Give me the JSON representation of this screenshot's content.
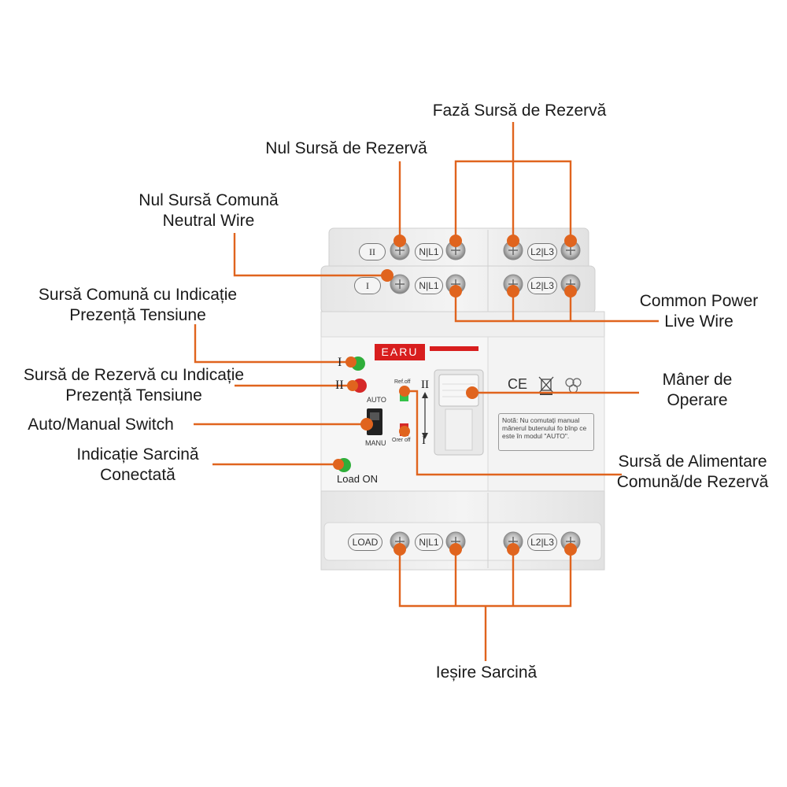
{
  "device": {
    "brand": "EARU",
    "position_I": "I",
    "position_II": "II",
    "auto_label": "AUTO",
    "manu_label": "MANU",
    "load_on_label": "Load ON",
    "led_top_text": "Ref.off",
    "led_bottom_text": "Orer off",
    "handle_top_mark": "II",
    "handle_bottom_mark": "I",
    "note_text": "Notă: Nu comutați manual mânerul butenului fo bînp ce este în modul \"AUTO\".",
    "ce_mark": "CE",
    "terminal_tags": {
      "top_row_source2": "II",
      "top_row_source1": "I",
      "nl1": "N|L1",
      "l2l3": "L2|L3",
      "load": "LOAD"
    }
  },
  "labels": {
    "faza_rezerva": "Fază Sursă de Rezervă",
    "nul_rezerva": "Nul Sursă de Rezervă",
    "nul_comuna_1": "Nul Sursă Comună",
    "nul_comuna_2": "Neutral Wire",
    "sursa_comuna_ind_1": "Sursă Comună cu Indicație",
    "sursa_comuna_ind_2": "Prezență Tensiune",
    "sursa_rezerva_ind_1": "Sursă de Rezervă cu Indicație",
    "sursa_rezerva_ind_2": "Prezență Tensiune",
    "auto_manual": "Auto/Manual Switch",
    "indicatie_sarcina_1": "Indicație Sarcină",
    "indicatie_sarcina_2": "Conectată",
    "common_power_1": "Common Power",
    "common_power_2": "Live Wire",
    "maner_1": "Mâner de",
    "maner_2": "Operare",
    "sursa_alimentare_1": "Sursă de Alimentare",
    "sursa_alimentare_2": "Comună/de Rezervă",
    "iesire_sarcina": "Ieșire Sarcină"
  },
  "colors": {
    "callout": "#e0641e",
    "device_body": "#ececec",
    "led_green": "#2fae3a",
    "led_red": "#d62828",
    "brand_red": "#d81e1e"
  }
}
